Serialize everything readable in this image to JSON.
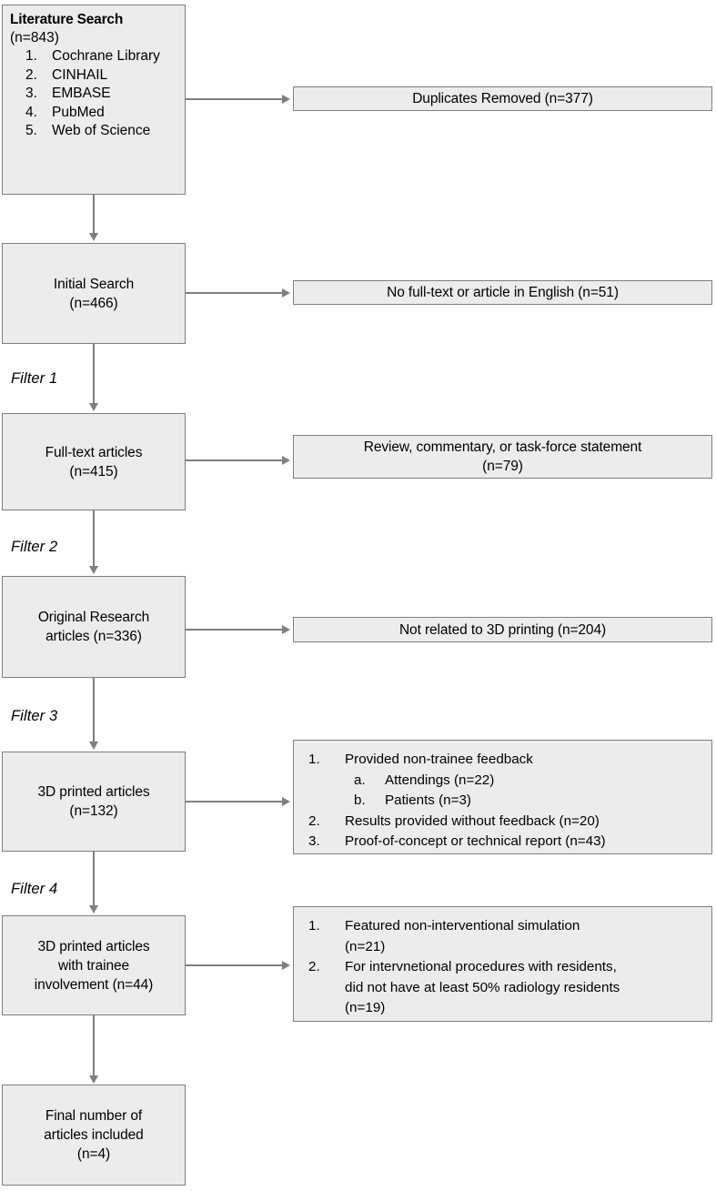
{
  "diagram": {
    "type": "prisma-flowchart",
    "title": "Literature search and article screening flow",
    "colors": {
      "box_fill": "#ececec",
      "box_border": "#7f7f7f",
      "connector": "#7f7f7f",
      "text": "#000000",
      "background": "#ffffff"
    }
  },
  "nodes": {
    "literature_search": {
      "title": "Literature Search",
      "count": "(n=843)",
      "sources": [
        {
          "num": "1.",
          "label": "Cochrane Library"
        },
        {
          "num": "2.",
          "label": "CINHAIL"
        },
        {
          "num": "3.",
          "label": "EMBASE"
        },
        {
          "num": "4.",
          "label": "PubMed"
        },
        {
          "num": "5.",
          "label": "Web of Science"
        }
      ]
    },
    "initial_search": {
      "line1": "Initial Search",
      "line2": "(n=466)"
    },
    "full_text": {
      "line1": "Full-text articles",
      "line2": "(n=415)"
    },
    "original_research": {
      "line1": "Original Research",
      "line2": "articles (n=336)"
    },
    "printed_articles": {
      "line1": "3D printed articles",
      "line2": "(n=132)"
    },
    "trainee_articles": {
      "line1": "3D printed articles",
      "line2": "with trainee",
      "line3": "involvement  (n=44)"
    },
    "final_included": {
      "line1": "Final number of",
      "line2": "articles included",
      "line3": "(n=4)"
    }
  },
  "exclusions": {
    "duplicates": {
      "text": "Duplicates Removed (n=377)"
    },
    "no_full_text": {
      "text": "No full-text or article in English (n=51)"
    },
    "review_commentary": {
      "line1": "Review, commentary, or task-force statement",
      "line2": "(n=79)"
    },
    "not_3d": {
      "text": "Not related to 3D printing (n=204)"
    },
    "filter3_reasons": {
      "items": [
        {
          "num": "1.",
          "text": "Provided non-trainee  feedback",
          "sub": [
            {
              "num": "a.",
              "text": "Attendings (n=22)"
            },
            {
              "num": "b.",
              "text": "Patients (n=3)"
            }
          ]
        },
        {
          "num": "2.",
          "text": "Results provided without feedback (n=20)",
          "sub": []
        },
        {
          "num": "3.",
          "text": "Proof-of-concept or technical report (n=43)",
          "sub": []
        }
      ]
    },
    "filter4_reasons": {
      "items": [
        {
          "num": "1.",
          "line1": "Featured non-interventional simulation",
          "line2": "(n=21)",
          "line3": "",
          "line4": ""
        },
        {
          "num": "2.",
          "line1": "For intervnetional procedures with residents,",
          "line2": "did not have at least 50% radiology residents",
          "line3": "(n=19)",
          "line4": ""
        }
      ]
    }
  },
  "filters": {
    "filter1": "Filter 1",
    "filter2": "Filter 2",
    "filter3": "Filter 3",
    "filter4": "Filter 4"
  }
}
